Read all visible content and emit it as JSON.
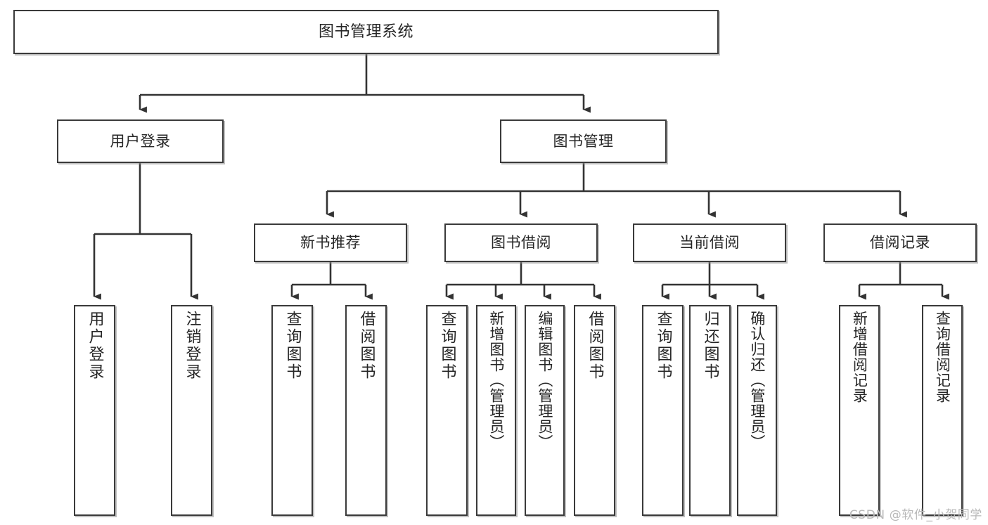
{
  "diagram": {
    "title": "图书管理系统",
    "type": "tree-hierarchy-chart",
    "watermark": "CSDN @软件_小贺同学",
    "colors": {
      "background": "#ffffff",
      "box_border": "#3a3a3a",
      "box_fill": "#ffffff",
      "connector": "#333333",
      "text": "#262626",
      "watermark": "#b9b9b9"
    }
  },
  "root": {
    "label": "图书管理系统"
  },
  "level2": [
    {
      "label": "用户登录"
    },
    {
      "label": "图书管理"
    }
  ],
  "level3": [
    {
      "label": "新书推荐"
    },
    {
      "label": "图书借阅"
    },
    {
      "label": "当前借阅"
    },
    {
      "label": "借阅记录"
    }
  ],
  "leaves": {
    "user_login": [
      {
        "label": "用户登录"
      },
      {
        "label": "注销登录"
      }
    ],
    "new_book_recommend": [
      {
        "label": "查询图书"
      },
      {
        "label": "借阅图书"
      }
    ],
    "book_borrow": [
      {
        "label": "查询图书"
      },
      {
        "label": "新增图书（管理员）"
      },
      {
        "label": "编辑图书（管理员）"
      },
      {
        "label": "借阅图书"
      }
    ],
    "current_borrow": [
      {
        "label": "查询图书"
      },
      {
        "label": "归还图书"
      },
      {
        "label": "确认归还（管理员）"
      }
    ],
    "borrow_record": [
      {
        "label": "新增借阅记录"
      },
      {
        "label": "查询借阅记录"
      }
    ]
  }
}
